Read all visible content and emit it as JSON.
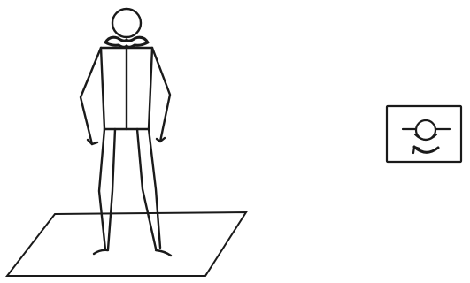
{
  "figure": {
    "subject": "standing-stick-figure",
    "elements": [
      "stick-figure",
      "floor-mat",
      "symbol-box"
    ],
    "stroke_color": "#1a1a1a",
    "background_color": "#ffffff"
  }
}
